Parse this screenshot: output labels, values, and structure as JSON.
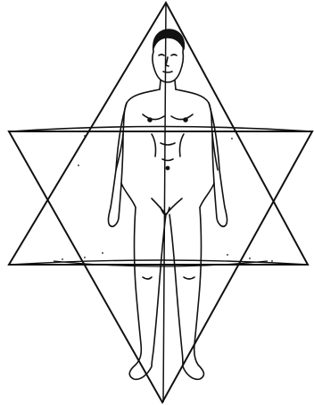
{
  "diagram": {
    "colors": {
      "background": "#ffffff",
      "ink": "#111111"
    },
    "elements": [
      "upward-triangle",
      "downward-triangle",
      "human-figure",
      "vertical-center-line",
      "horizontal-band"
    ]
  }
}
